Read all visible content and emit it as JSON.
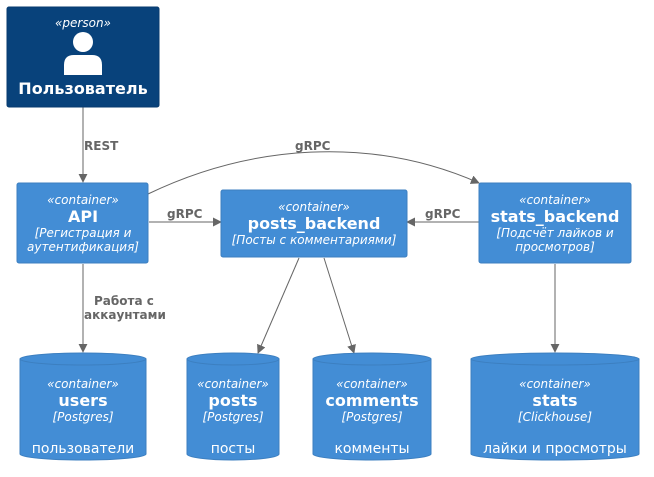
{
  "colors": {
    "person": "#08427B",
    "container": "#438DD5",
    "container_border": "#3C7FC0",
    "edge": "#666666",
    "text": "#FFFFFF"
  },
  "person": {
    "stereotype": "«person»",
    "name": "Пользователь",
    "icon": "person-icon"
  },
  "containers": {
    "api": {
      "stereotype": "«container»",
      "name": "API",
      "desc_line1": "[Регистрация и",
      "desc_line2": "аутентификация]"
    },
    "posts_backend": {
      "stereotype": "«container»",
      "name": "posts_backend",
      "desc_line1": "[Посты с комментариями]"
    },
    "stats_backend": {
      "stereotype": "«container»",
      "name": "stats_backend",
      "desc_line1": "[Подсчёт лайков и",
      "desc_line2": "просмотров]"
    }
  },
  "databases": {
    "users": {
      "stereotype": "«container»",
      "name": "users",
      "tech": "[Postgres]",
      "label": "пользователи"
    },
    "posts": {
      "stereotype": "«container»",
      "name": "posts",
      "tech": "[Postgres]",
      "label": "посты"
    },
    "comments": {
      "stereotype": "«container»",
      "name": "comments",
      "tech": "[Postgres]",
      "label": "комменты"
    },
    "stats": {
      "stereotype": "«container»",
      "name": "stats",
      "tech": "[Clickhouse]",
      "label": "лайки и просмотры"
    }
  },
  "edges": {
    "user_api": "REST",
    "api_stats": "gRPC",
    "api_posts": "gRPC",
    "stats_posts": "gRPC",
    "api_users_line1": "Работа с",
    "api_users_line2": "аккаунтами"
  }
}
